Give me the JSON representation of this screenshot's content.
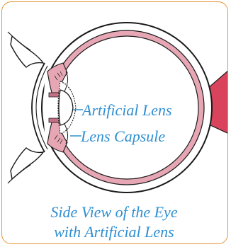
{
  "labels": {
    "artificial_lens": "Artificial Lens",
    "lens_capsule": "Lens Capsule"
  },
  "caption": {
    "line1": "Side View of the Eye",
    "line2": "with Artificial Lens"
  },
  "colors": {
    "border": "#e8923a",
    "text": "#2f8fd1",
    "choroid": "#e6a6b4",
    "optic_nerve": "#d9445c",
    "outline": "#1a1a1a"
  }
}
